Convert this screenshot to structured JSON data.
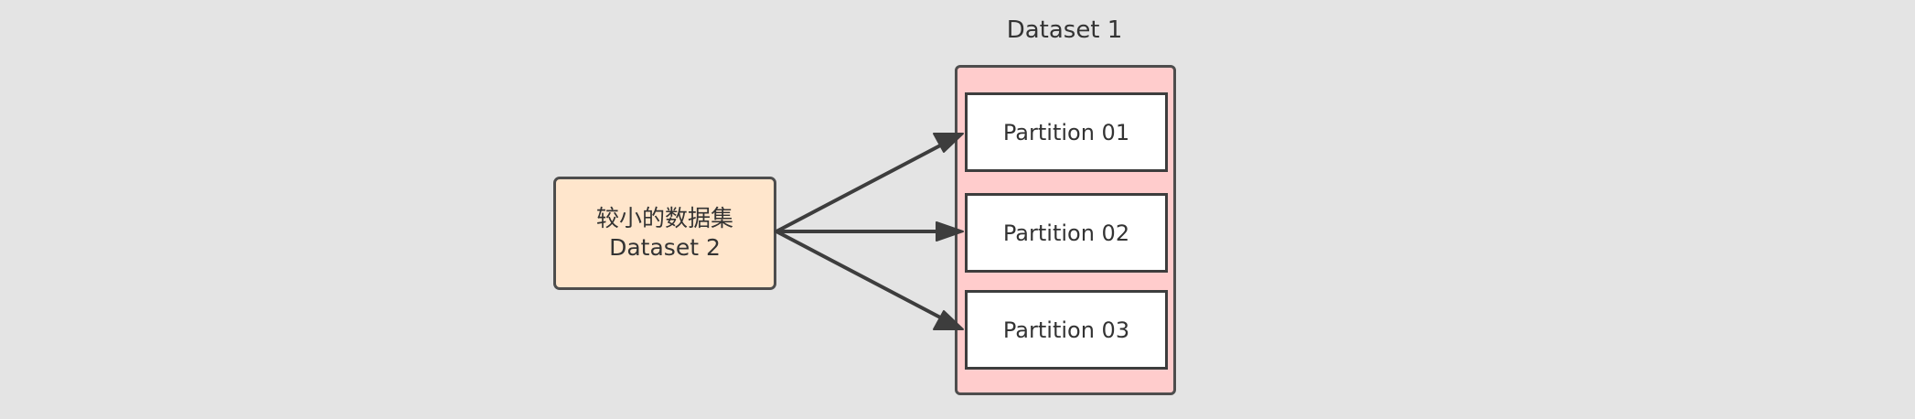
{
  "dataset1": {
    "title": "Dataset 1",
    "partitions": [
      {
        "label": "Partition 01"
      },
      {
        "label": "Partition 02"
      },
      {
        "label": "Partition 03"
      }
    ]
  },
  "dataset2": {
    "line1": "较小的数据集",
    "line2": "Dataset 2"
  },
  "colors": {
    "background": "#e4e4e4",
    "dataset1_fill": "#ffcccc",
    "dataset2_fill": "#ffe6cc",
    "partition_fill": "#ffffff",
    "stroke": "#3d3d3d"
  }
}
